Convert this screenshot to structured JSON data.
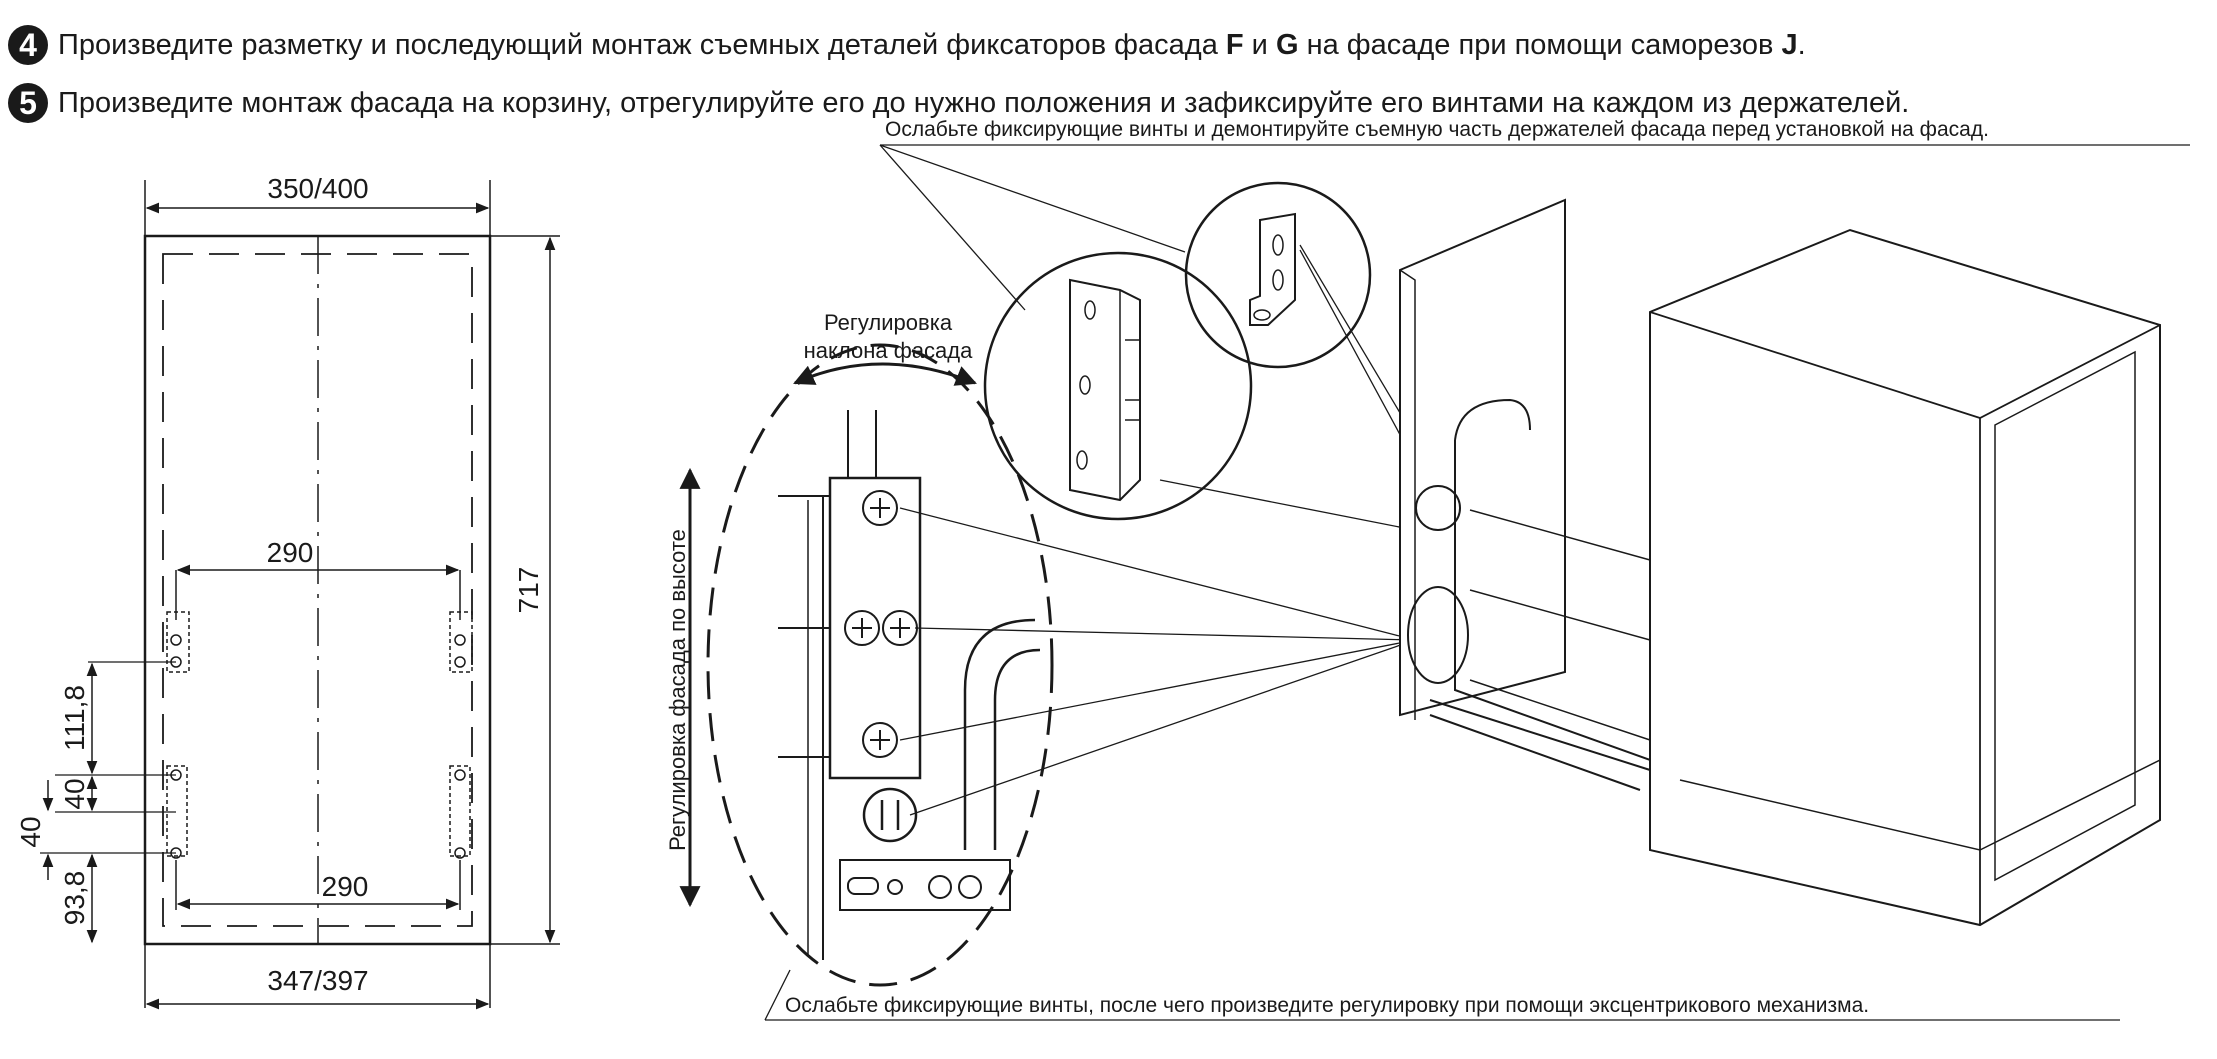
{
  "steps": [
    {
      "number": "4",
      "text_a": "Произведите разметку и последующий монтаж съемных деталей фиксаторов фасада ",
      "part_f": "F",
      "text_b": " и ",
      "part_g": "G",
      "text_c": " на фасаде при помощи саморезов ",
      "part_j": "J",
      "text_d": "."
    },
    {
      "number": "5",
      "text": "Произведите монтаж фасада на корзину, отрегулируйте его до нужно положения и зафиксируйте его винтами на каждом из держателей."
    }
  ],
  "drawing": {
    "width_top": "350/400",
    "width_bottom": "347/397",
    "height": "717",
    "hole_span_top": "290",
    "hole_span_bottom": "290",
    "dim_111_8": "111,8",
    "dim_40_a": "40",
    "dim_40_b": "40",
    "dim_93_8": "93,8"
  },
  "callouts": {
    "tilt_line1": "Регулировка",
    "tilt_line2": "наклона фасада",
    "height_adjust": "Регулировка фасада по высоте",
    "top_note": "Ослабьте фиксирующие винты и демонтируйте съемную часть держателей фасада перед установкой на фасад.",
    "bottom_note": "Ослабьте фиксирующие винты, после чего произведите регулировку при помощи эксцентрикового механизма."
  },
  "colors": {
    "ink": "#1a1a1a",
    "badge": "#1a1a1a",
    "paper": "#ffffff"
  }
}
